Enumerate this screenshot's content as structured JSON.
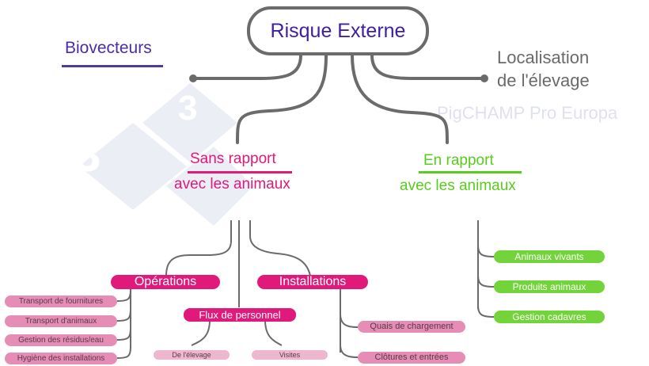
{
  "root": {
    "label": "Risque Externe"
  },
  "side_left": {
    "label": "Biovecteurs"
  },
  "side_right": {
    "line1": "Localisation",
    "line2": "de l'élevage"
  },
  "watermark": {
    "text": "PigCHAMP Pro Europa",
    "logo": "3"
  },
  "branch_sans": {
    "title": "Sans rapport",
    "subtitle": "avec les animaux"
  },
  "branch_en": {
    "title": "En rapport",
    "subtitle": "avec les animaux"
  },
  "operations": {
    "label": "Opérations",
    "items": [
      "Transport de fournitures",
      "Transport d'animaux",
      "Gestion des résidus/eau",
      "Hygiène des installations"
    ]
  },
  "flux": {
    "label": "Flux de personnel",
    "items": [
      "De l'élevage",
      "Visites"
    ]
  },
  "installations": {
    "label": "Installations",
    "items": [
      "Quais de chargement",
      "Clôtures et entrées"
    ]
  },
  "en_rapport_items": [
    "Animaux vivants",
    "Produits animaux",
    "Gestion cadavres"
  ],
  "colors": {
    "pink": "#e0197a",
    "green": "#58cc1c",
    "purple": "#4b2ba8",
    "gray": "#6b6b6b"
  }
}
